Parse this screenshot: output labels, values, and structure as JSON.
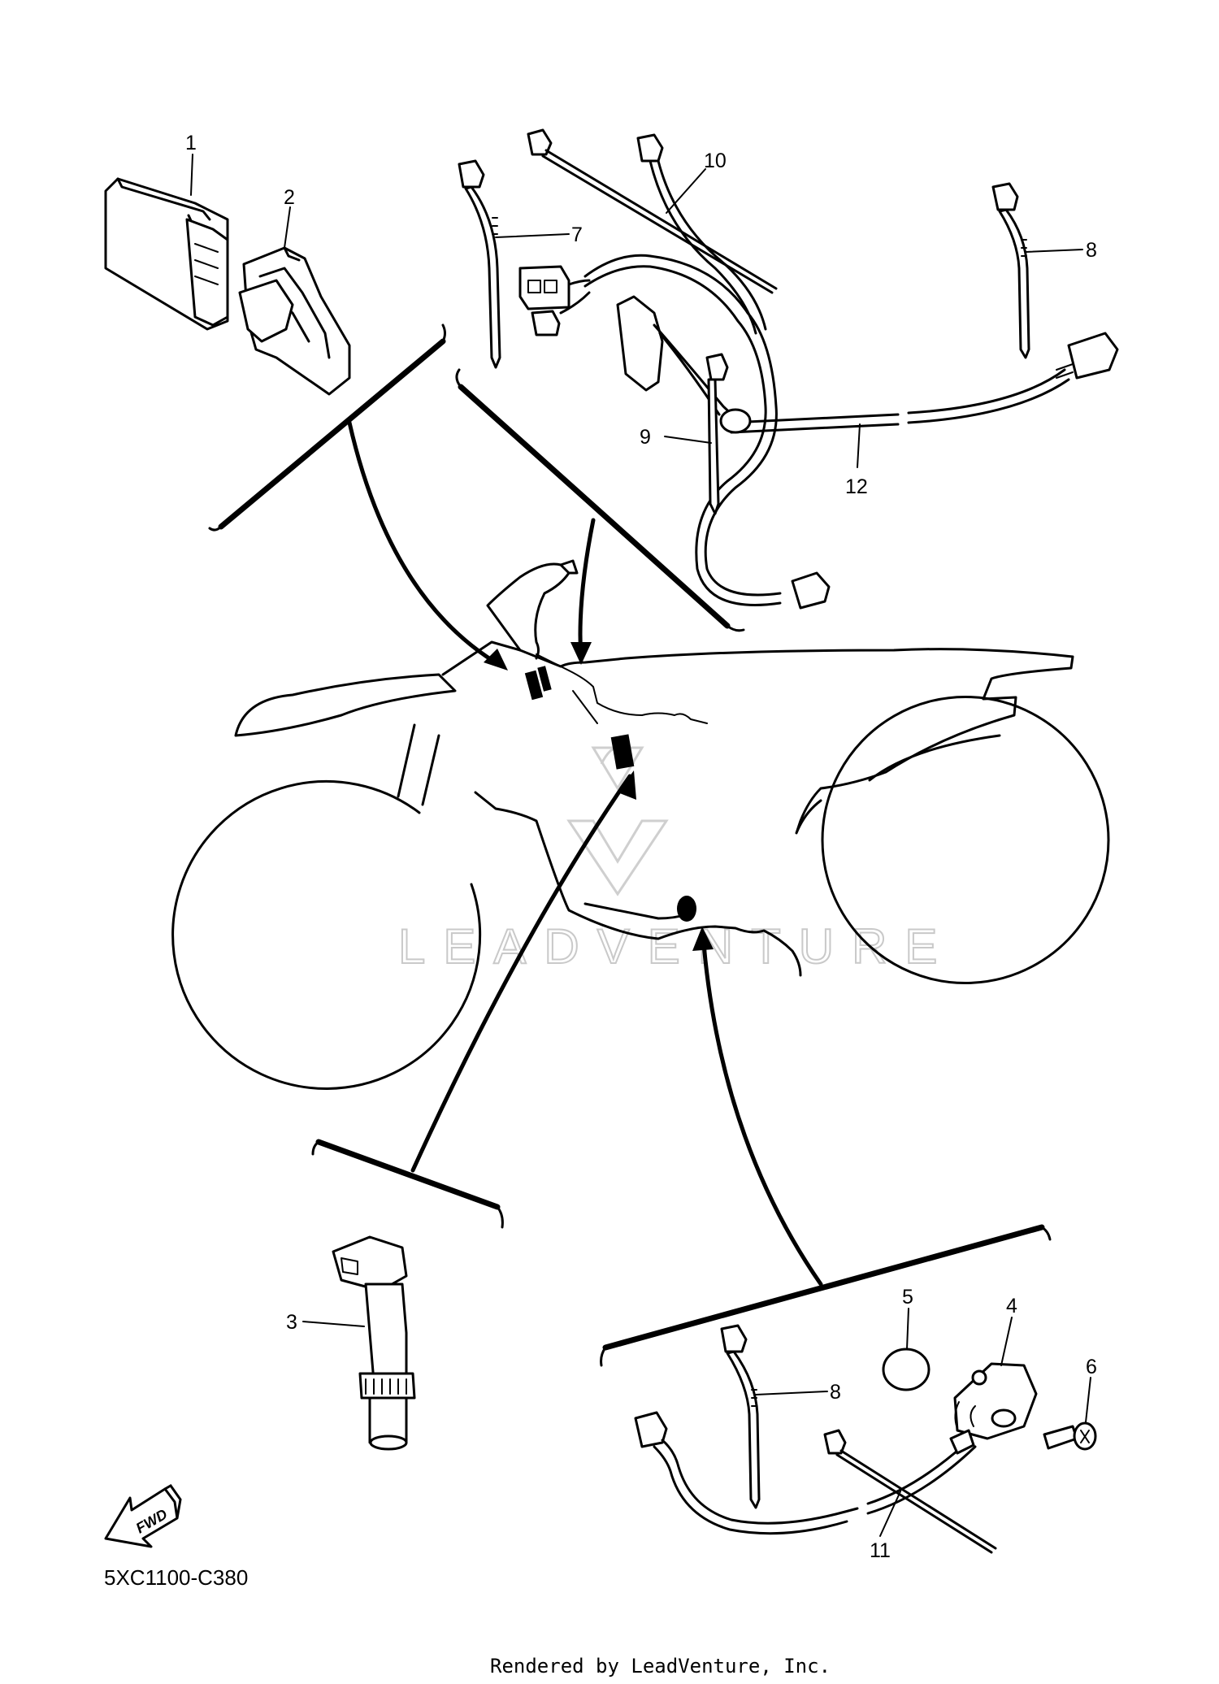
{
  "callouts": [
    {
      "id": "c1",
      "label": "1"
    },
    {
      "id": "c2",
      "label": "2"
    },
    {
      "id": "c3",
      "label": "3"
    },
    {
      "id": "c4",
      "label": "4"
    },
    {
      "id": "c5",
      "label": "5"
    },
    {
      "id": "c6",
      "label": "6"
    },
    {
      "id": "c7",
      "label": "7"
    },
    {
      "id": "c8a",
      "label": "8"
    },
    {
      "id": "c8b",
      "label": "8"
    },
    {
      "id": "c9",
      "label": "9"
    },
    {
      "id": "c10",
      "label": "10"
    },
    {
      "id": "c11",
      "label": "11"
    },
    {
      "id": "c12",
      "label": "12"
    }
  ],
  "fwd_label": "FWD",
  "diagram_code": "5XC1100-C380",
  "watermark": "LEADVENTURE",
  "footer": "Rendered by LeadVenture, Inc."
}
